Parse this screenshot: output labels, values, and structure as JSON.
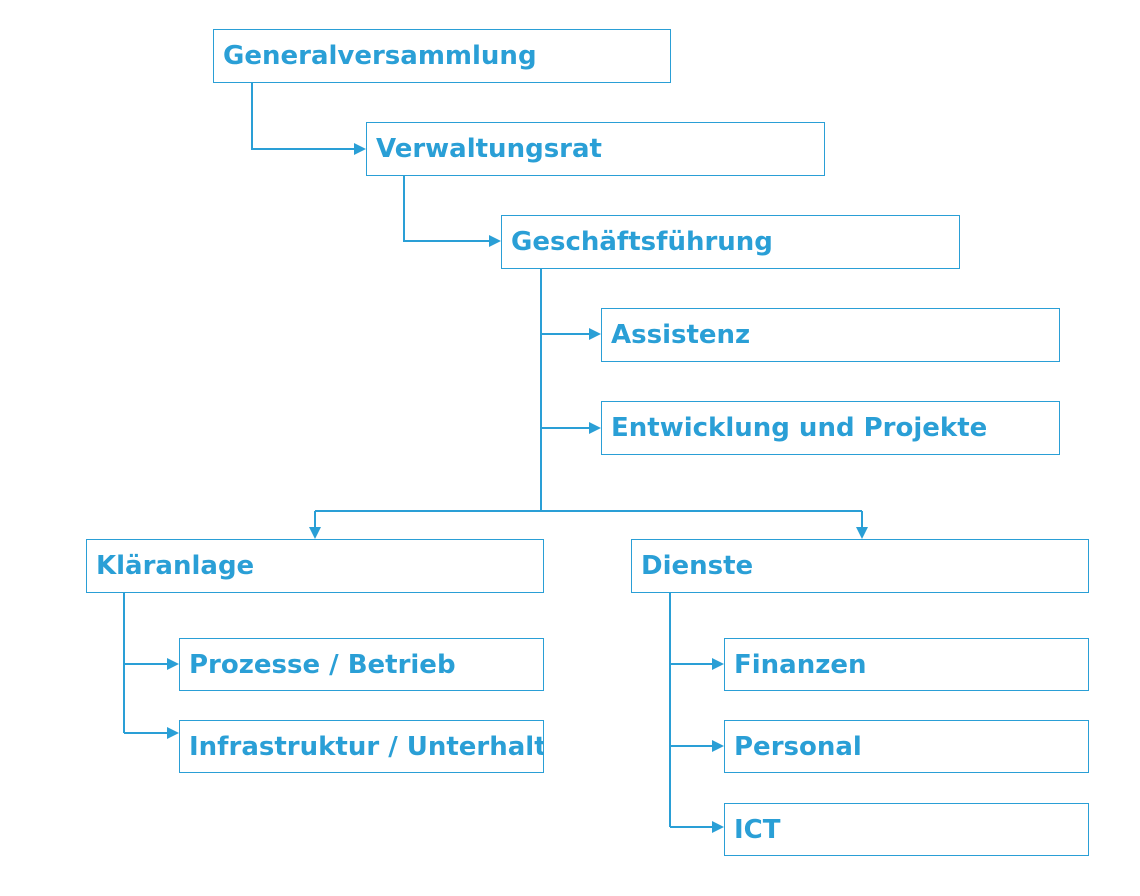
{
  "diagram": {
    "color": "#2a9fd6",
    "nodes": {
      "generalversammlung": "Generalversammlung",
      "verwaltungsrat": "Verwaltungsrat",
      "geschaeftsfuehrung": "Geschäftsführung",
      "assistenz": "Assistenz",
      "entwicklung_projekte": "Entwicklung und Projekte",
      "klaeranlage": "Kläranlage",
      "dienste": "Dienste",
      "prozesse_betrieb": "Prozesse / Betrieb",
      "infrastruktur_unterhalt": "Infrastruktur / Unterhalt",
      "finanzen": "Finanzen",
      "personal": "Personal",
      "ict": "ICT"
    }
  }
}
